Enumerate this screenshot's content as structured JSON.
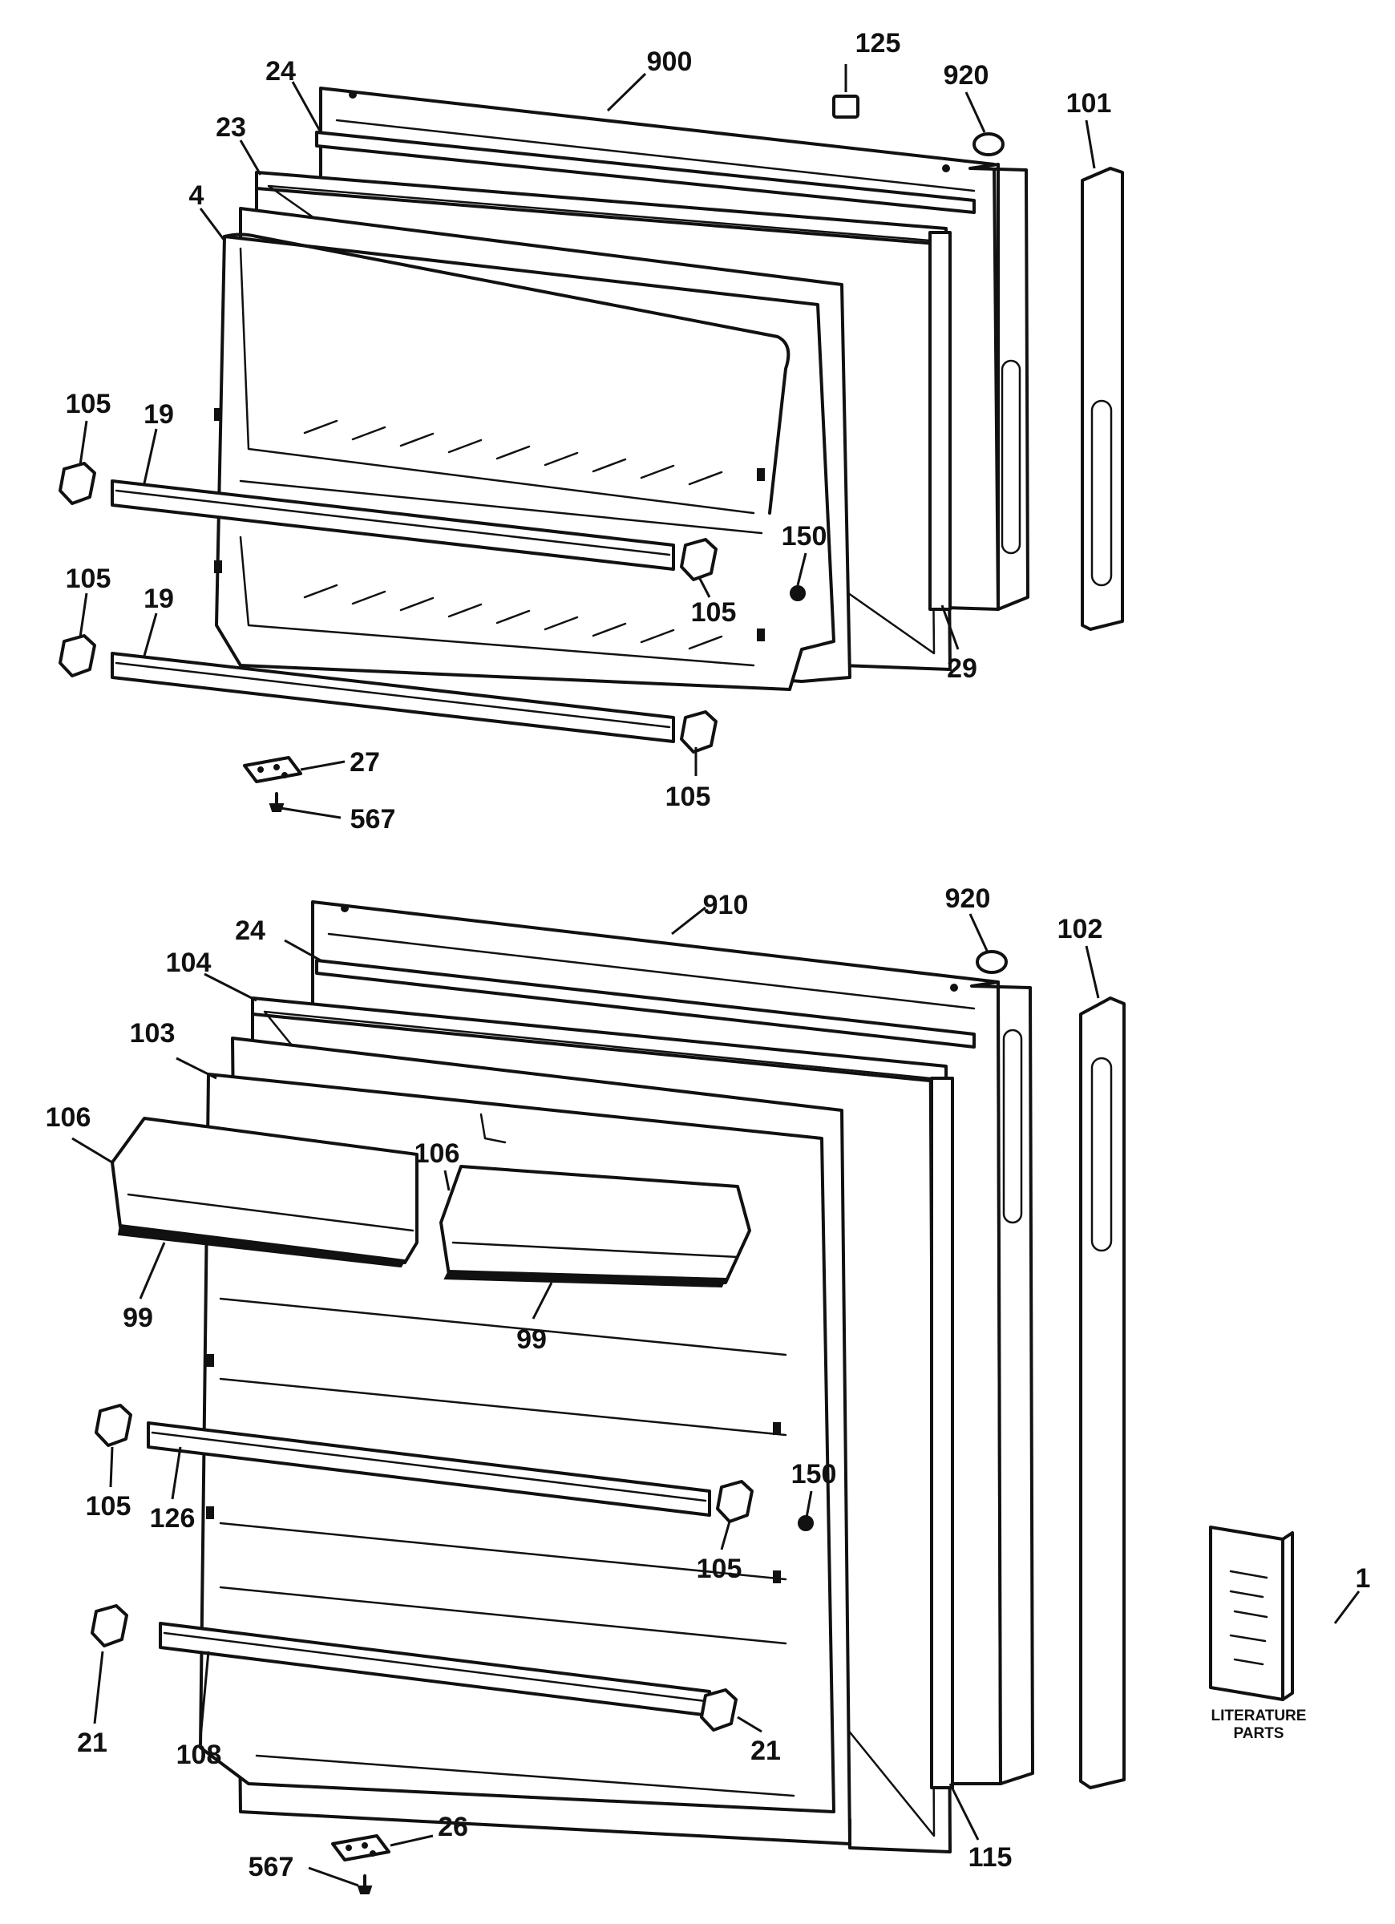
{
  "callouts": {
    "c900": "900",
    "c125": "125",
    "c920a": "920",
    "c101": "101",
    "c24a": "24",
    "c23": "23",
    "c4": "4",
    "c105a": "105",
    "c19a": "19",
    "c105b": "105",
    "c19b": "19",
    "c150a": "150",
    "c105c": "105",
    "c29": "29",
    "c105d": "105",
    "c27": "27",
    "c567a": "567",
    "c910": "910",
    "c920b": "920",
    "c102": "102",
    "c24b": "24",
    "c104": "104",
    "c103": "103",
    "c106a": "106",
    "c106b": "106",
    "c99a": "99",
    "c99b": "99",
    "c105e": "105",
    "c126": "126",
    "c150b": "150",
    "c105f": "105",
    "c21a": "21",
    "c108": "108",
    "c21b": "21",
    "c115": "115",
    "c1": "1",
    "c26": "26",
    "c567b": "567"
  },
  "literature": {
    "line1": "LITERATURE",
    "line2": "PARTS"
  }
}
